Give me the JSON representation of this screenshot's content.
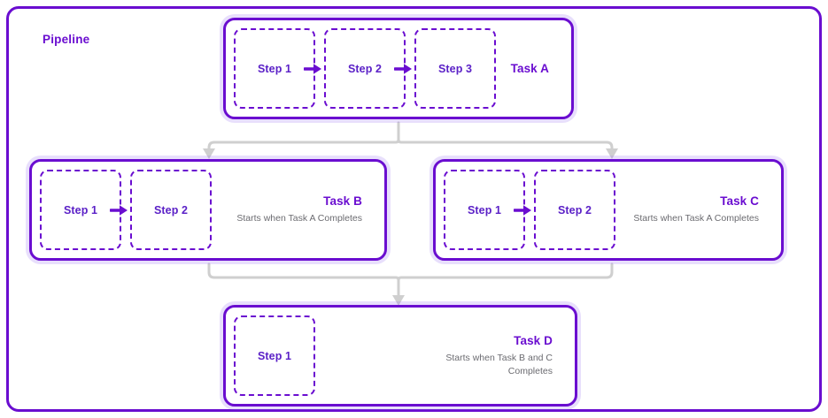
{
  "diagram": {
    "frame_label": "Pipeline",
    "colors": {
      "accent_purple": "#6a0dd0",
      "step_text": "#5b21c7",
      "subtitle_gray": "#6b6b70",
      "connector_gray": "#cfcfcf",
      "card_glow": "#cdbbf5",
      "background": "#ffffff"
    },
    "tasks": [
      {
        "id": "task-a",
        "title": "Task A",
        "subtitle": "",
        "steps": [
          {
            "label": "Step 1",
            "arrow_after": true
          },
          {
            "label": "Step 2",
            "arrow_after": true
          },
          {
            "label": "Step 3",
            "arrow_after": false
          }
        ]
      },
      {
        "id": "task-b",
        "title": "Task B",
        "subtitle": "Starts when Task A Completes",
        "steps": [
          {
            "label": "Step 1",
            "arrow_after": true
          },
          {
            "label": "Step 2",
            "arrow_after": false
          }
        ]
      },
      {
        "id": "task-c",
        "title": "Task C",
        "subtitle": "Starts when Task A Completes",
        "steps": [
          {
            "label": "Step 1",
            "arrow_after": true
          },
          {
            "label": "Step 2",
            "arrow_after": false
          }
        ]
      },
      {
        "id": "task-d",
        "title": "Task D",
        "subtitle": "Starts when Task B and C Completes",
        "steps": [
          {
            "label": "Step 1",
            "arrow_after": false
          }
        ]
      }
    ],
    "connections": [
      {
        "from": "Task A",
        "to": "Task B"
      },
      {
        "from": "Task A",
        "to": "Task C"
      },
      {
        "from": "Task B",
        "to": "Task D"
      },
      {
        "from": "Task C",
        "to": "Task D"
      }
    ]
  }
}
